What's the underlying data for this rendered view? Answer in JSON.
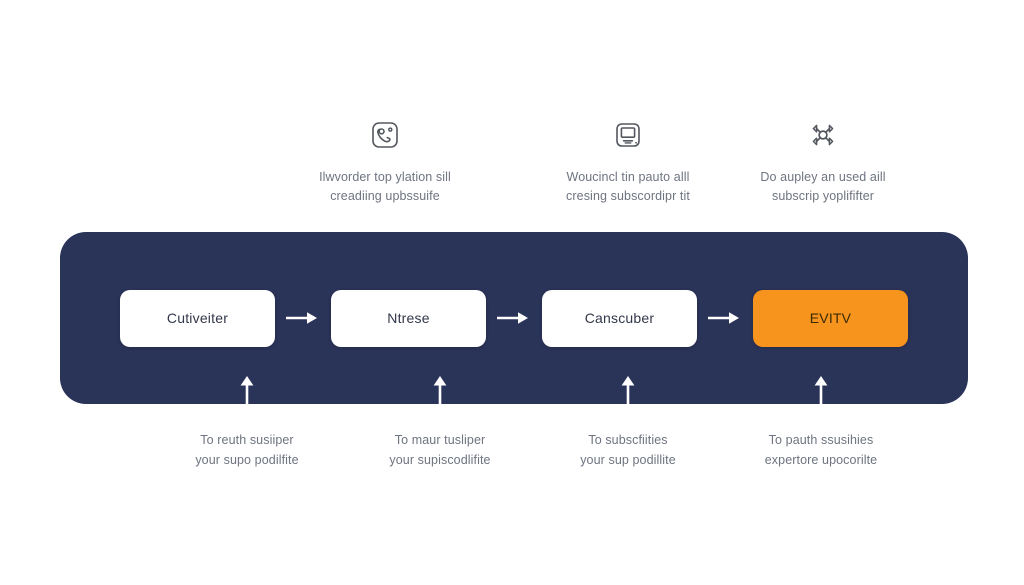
{
  "diagram": {
    "panel_color": "#2a3358",
    "highlight_color": "#f7941d",
    "box_color": "#ffffff",
    "caption_color": "#6e7480",
    "top_annotations": [
      {
        "icon": "phone-call-icon",
        "caption": "Ilwvorder top ylation sill\ncreadiing upbssuife"
      },
      {
        "icon": "desktop-monitor-icon",
        "caption": "Woucincl tin pauto alll\ncresing subscordipr tit"
      },
      {
        "icon": "network-nodes-icon",
        "caption": "Do aupley an used aill\nsubscrip yoplififter"
      }
    ],
    "flow_steps": [
      {
        "label": "Cutiveiter",
        "highlight": false
      },
      {
        "label": "Ntrese",
        "highlight": false
      },
      {
        "label": "Canscuber",
        "highlight": false
      },
      {
        "label": "EVITV",
        "highlight": true
      }
    ],
    "step_connector": "→",
    "bottom_annotations": [
      {
        "caption": "To reuth susiiper\nyour supo podilfite"
      },
      {
        "caption": "To maur tusliper\nyour supiscodlifite"
      },
      {
        "caption": "To subscfiities\nyour sup podillite"
      },
      {
        "caption": "To pauth ssusihies\nexpertore upocorilte"
      }
    ]
  }
}
